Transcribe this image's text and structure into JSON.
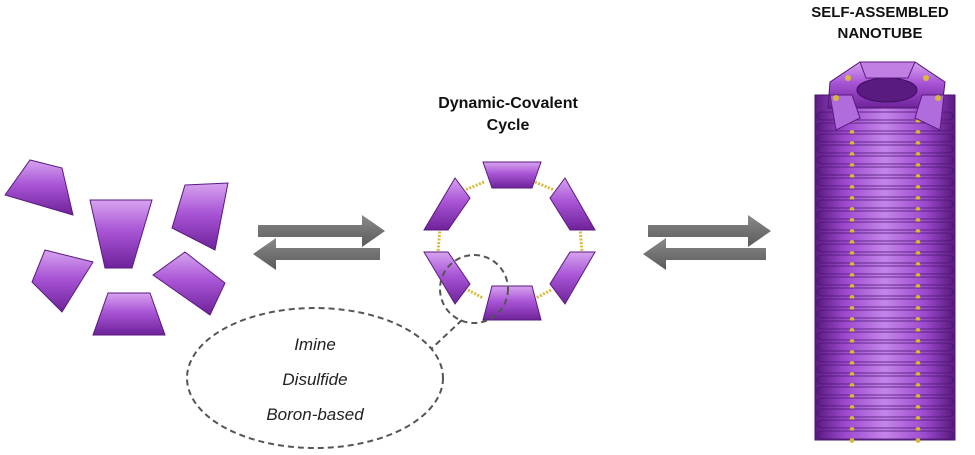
{
  "colors": {
    "block_light": "#c98de6",
    "block_mid": "#a24ed0",
    "block_dark": "#6b1f96",
    "linker": "#d9b93c",
    "arrow": "#6e6e6e",
    "dash": "#555555"
  },
  "labels": {
    "cycle_title_line1": "Dynamic-Covalent",
    "cycle_title_line2": "Cycle",
    "tube_title_line1": "SELF-ASSEMBLED",
    "tube_title_line2": "NANOTUBE"
  },
  "bond_types": [
    "Imine",
    "Disulfide",
    "Boron-based"
  ]
}
